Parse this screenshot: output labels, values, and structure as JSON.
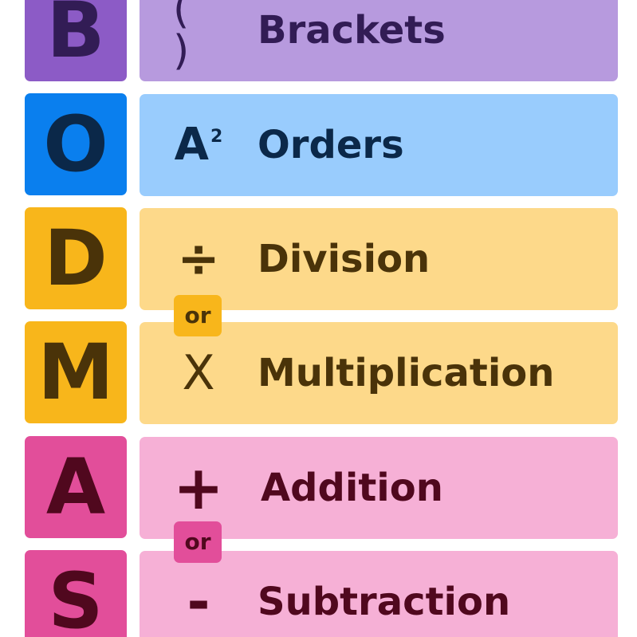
{
  "rows": [
    {
      "letter": "B",
      "symbol": "( )",
      "label": "Brackets",
      "letter_color": "#8c5bc6",
      "bar_color": "#b79ade",
      "text_color": "#321c55"
    },
    {
      "letter": "O",
      "symbol": "A",
      "symbol_sup": "2",
      "label": "Orders",
      "letter_color": "#0a7fee",
      "bar_color": "#99ccfd",
      "text_color": "#0b2849"
    },
    {
      "letter": "D",
      "symbol": "÷",
      "label": "Division",
      "letter_color": "#f8b61b",
      "bar_color": "#fdd98a",
      "text_color": "#4a3309"
    },
    {
      "letter": "M",
      "symbol": "X",
      "label": "Multiplication",
      "letter_color": "#f8b61b",
      "bar_color": "#fdd98a",
      "text_color": "#4a3309"
    },
    {
      "letter": "A",
      "symbol": "+",
      "label": "Addition",
      "letter_color": "#e24e9a",
      "bar_color": "#f6b0d6",
      "text_color": "#50081e"
    },
    {
      "letter": "S",
      "symbol": "-",
      "label": "Subtraction",
      "letter_color": "#e24e9a",
      "bar_color": "#f6b0d6",
      "text_color": "#50081e"
    }
  ],
  "or_badges": [
    {
      "text": "or",
      "bg_color": "#f8b61b",
      "text_color": "#4a3309"
    },
    {
      "text": "or",
      "bg_color": "#e24e9a",
      "text_color": "#50081e"
    }
  ]
}
